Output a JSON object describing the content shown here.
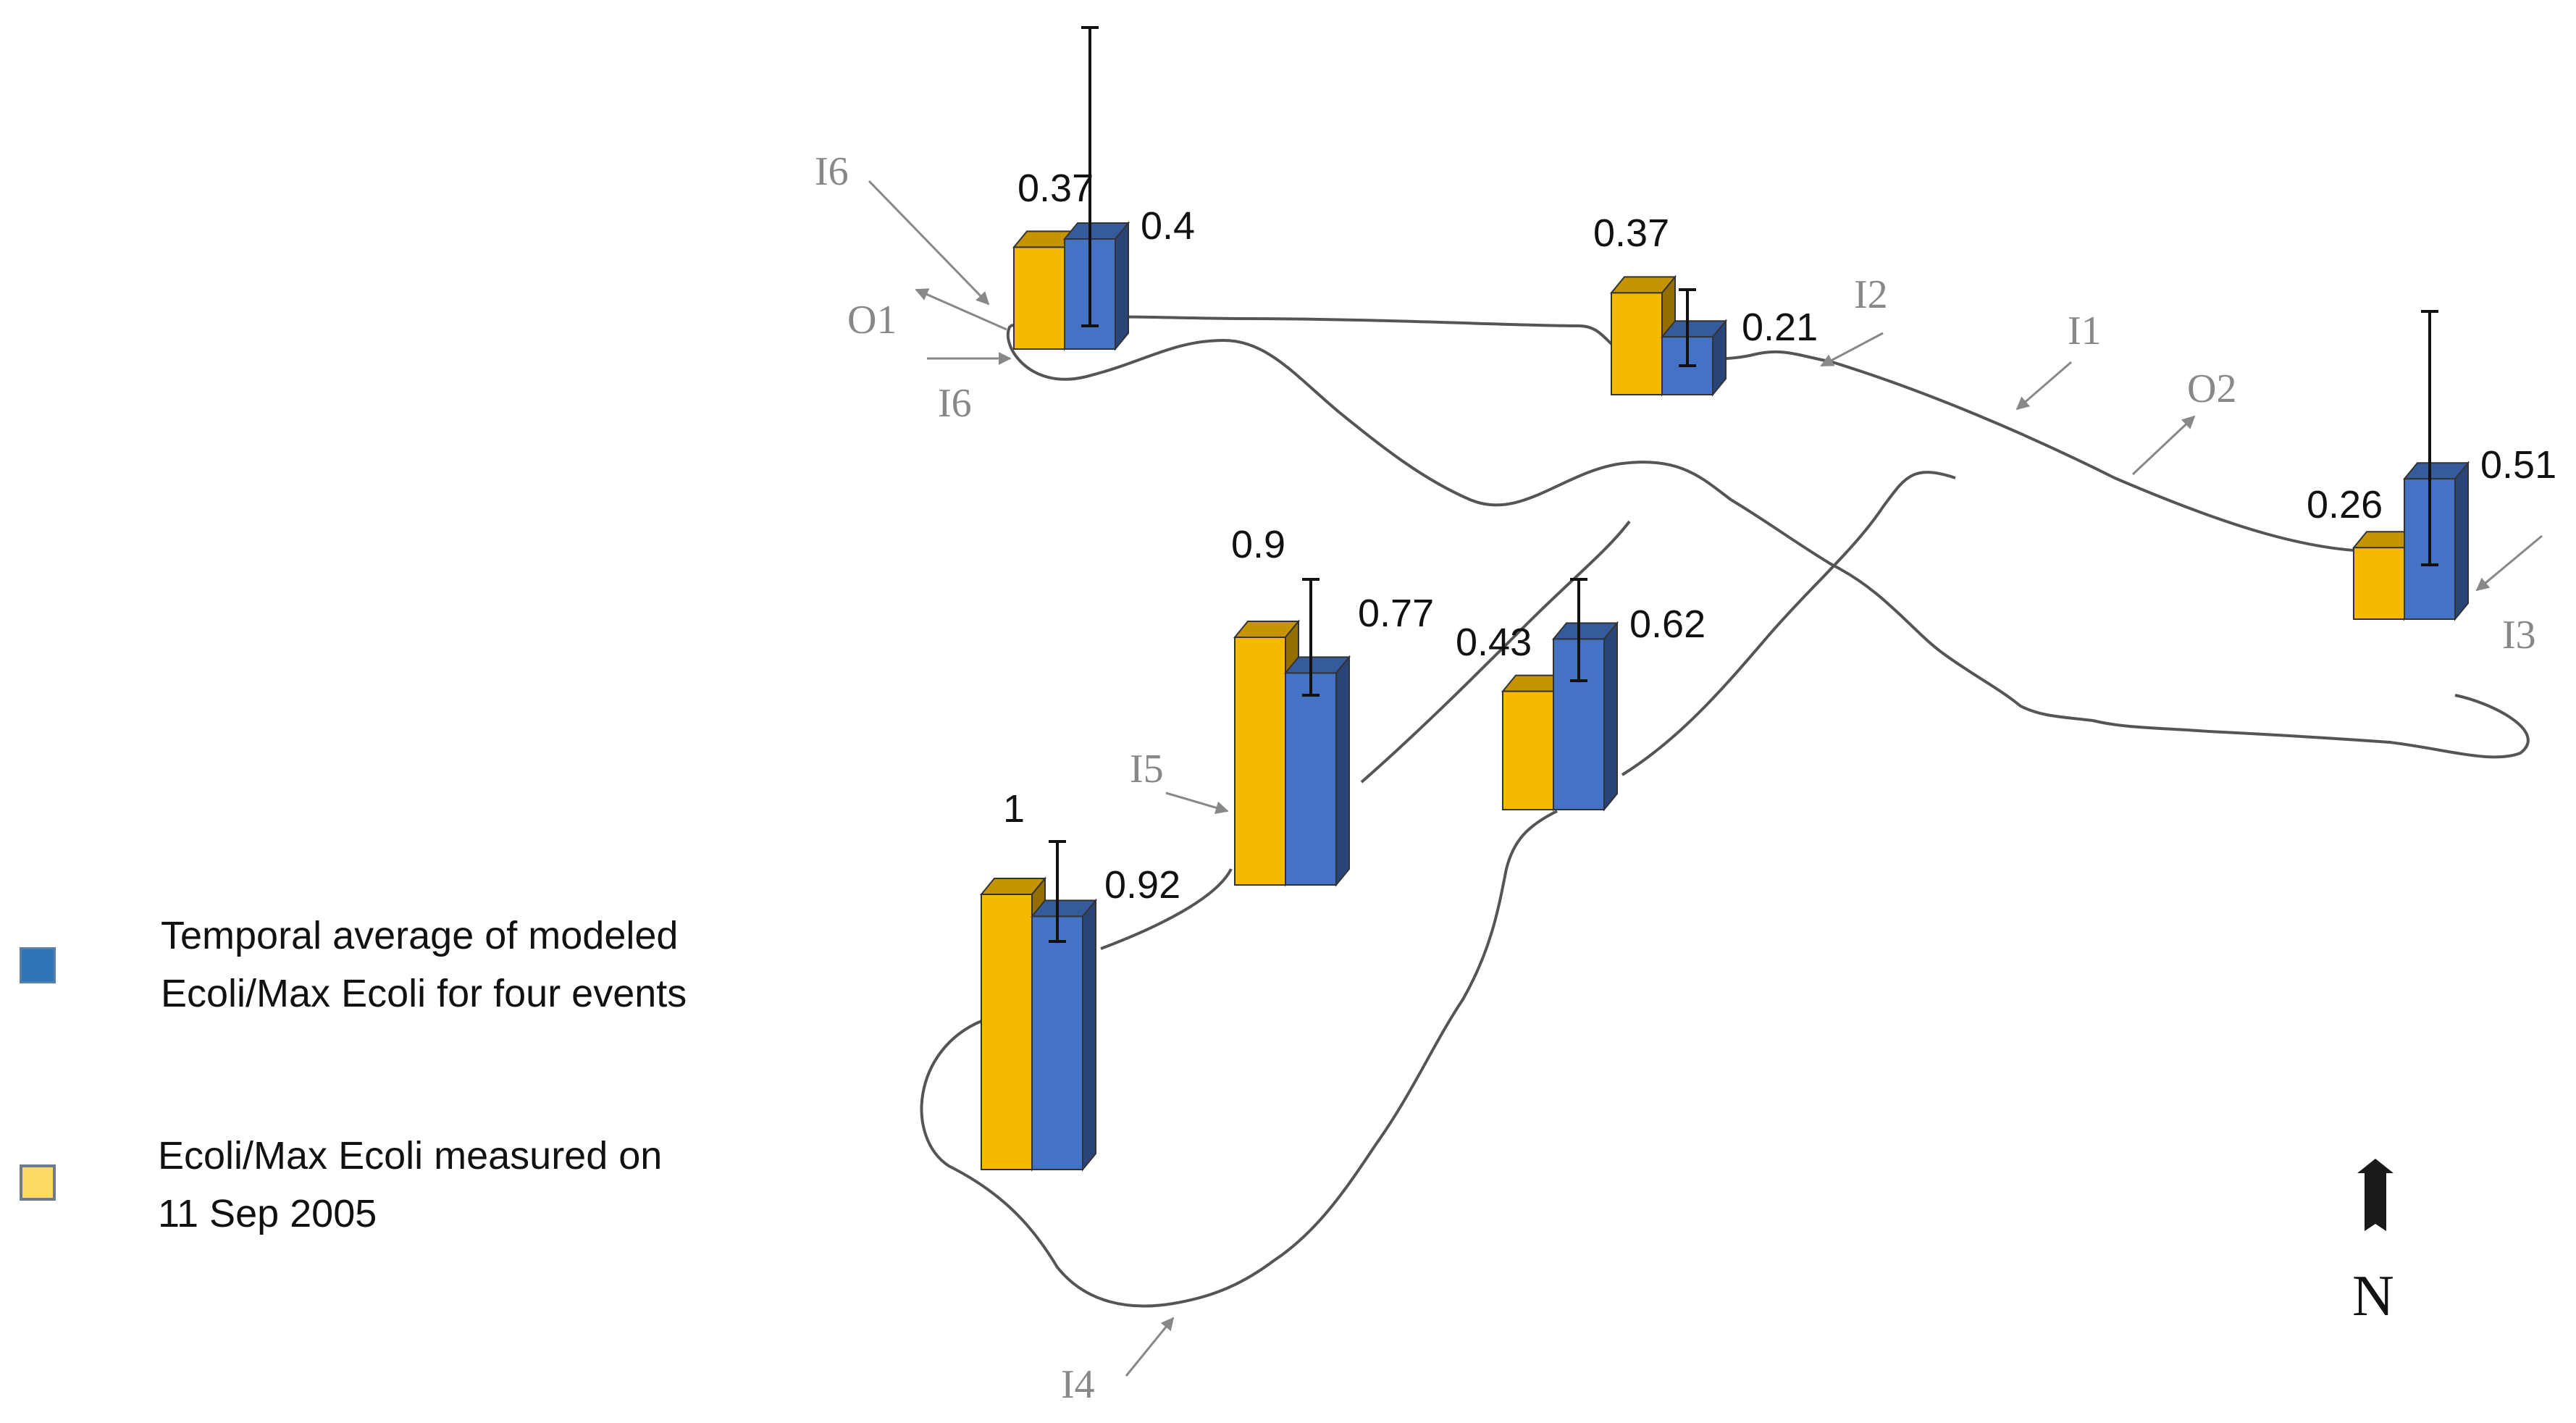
{
  "chart_data": {
    "type": "bar",
    "series": [
      {
        "name": "Ecoli/Max Ecoli measured on 11 Sep 2005",
        "color": "#F7B900"
      },
      {
        "name": "Temporal average of modeled Ecoli/Max Ecoli for four events",
        "color": "#4472C4"
      }
    ],
    "groups": [
      {
        "measured": 0.37,
        "modeled": 0.4,
        "measured_label": "0.37",
        "modeled_label": "0.4"
      },
      {
        "measured": 0.37,
        "modeled": 0.21,
        "measured_label": "0.37",
        "modeled_label": "0.21"
      },
      {
        "measured": 0.26,
        "modeled": 0.51,
        "measured_label": "0.26",
        "modeled_label": "0.51"
      },
      {
        "measured": 0.9,
        "modeled": 0.77,
        "measured_label": "0.9",
        "modeled_label": "0.77"
      },
      {
        "measured": 0.43,
        "modeled": 0.62,
        "measured_label": "0.43",
        "modeled_label": "0.62"
      },
      {
        "measured": 1,
        "modeled": 0.92,
        "measured_label": "1",
        "modeled_label": "0.92"
      }
    ],
    "site_labels": [
      "I6",
      "O1",
      "I6",
      "I2",
      "I1",
      "O2",
      "I3",
      "I5",
      "I4"
    ],
    "legend": {
      "modeled_lines": [
        "Temporal average of modeled",
        "Ecoli/Max Ecoli for four events"
      ],
      "measured_lines": [
        "Ecoli/Max Ecoli measured on",
        "11 Sep 2005"
      ]
    },
    "north_label": "N"
  }
}
